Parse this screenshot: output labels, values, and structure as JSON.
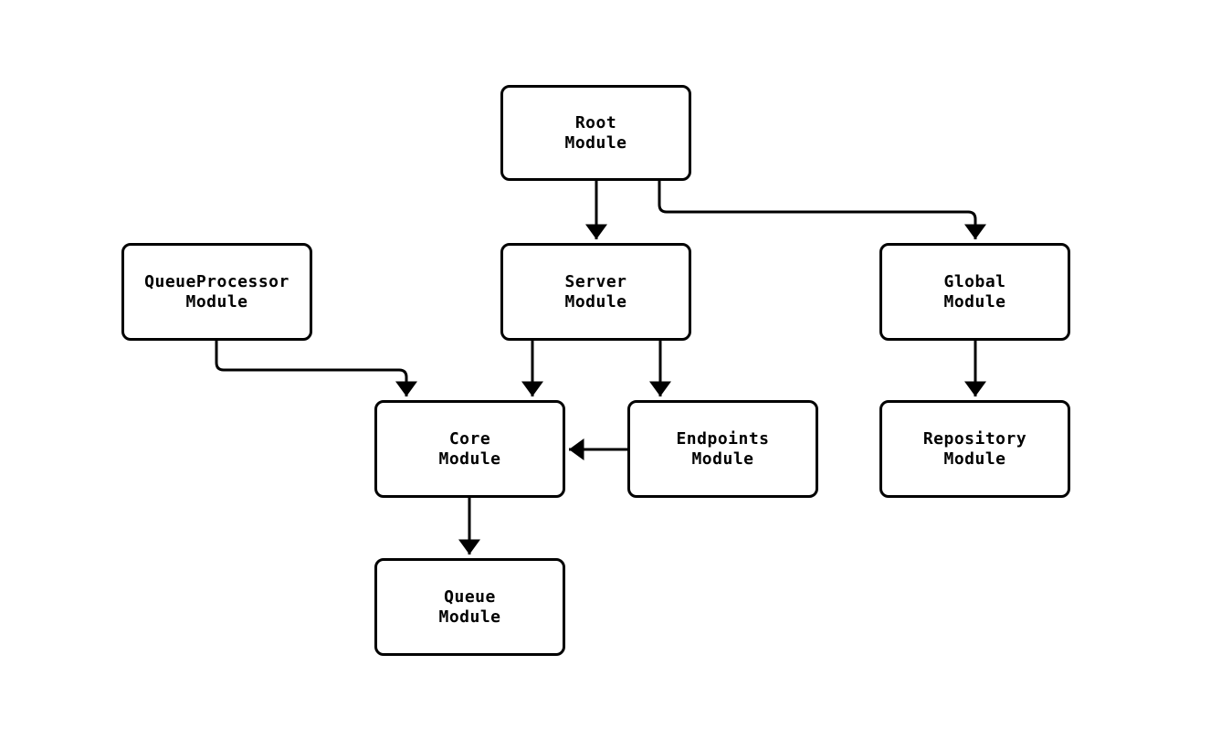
{
  "diagram": {
    "type": "module-dependency-flowchart",
    "colors": {
      "background": "#ffffff",
      "node_fill": "#ffffff",
      "node_border": "#000000",
      "edge": "#000000",
      "text": "#000000"
    },
    "nodes": {
      "root": {
        "label": "Root\nModule"
      },
      "queueprocessor": {
        "label": "QueueProcessor\nModule"
      },
      "server": {
        "label": "Server\nModule"
      },
      "global": {
        "label": "Global\nModule"
      },
      "core": {
        "label": "Core\nModule"
      },
      "endpoints": {
        "label": "Endpoints\nModule"
      },
      "repository": {
        "label": "Repository\nModule"
      },
      "queue": {
        "label": "Queue\nModule"
      }
    },
    "edges": [
      {
        "from": "Root Module",
        "to": "Server Module"
      },
      {
        "from": "Root Module",
        "to": "Global Module"
      },
      {
        "from": "QueueProcessor Module",
        "to": "Core Module"
      },
      {
        "from": "Server Module",
        "to": "Core Module"
      },
      {
        "from": "Server Module",
        "to": "Endpoints Module"
      },
      {
        "from": "Endpoints Module",
        "to": "Core Module"
      },
      {
        "from": "Global Module",
        "to": "Repository Module"
      },
      {
        "from": "Core Module",
        "to": "Queue Module"
      }
    ]
  }
}
